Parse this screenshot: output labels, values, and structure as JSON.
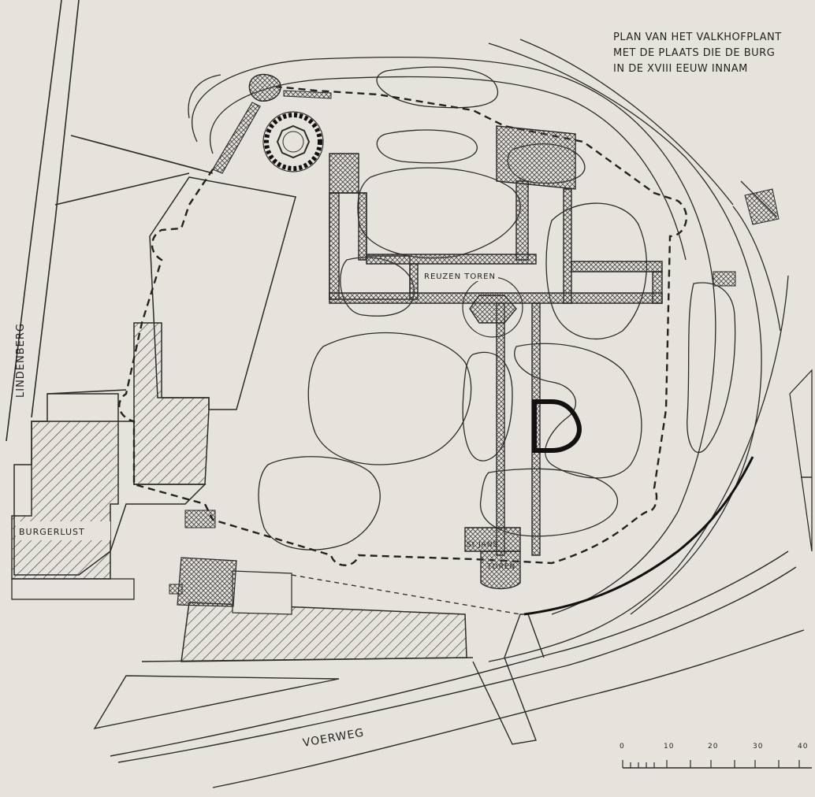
{
  "title": {
    "lines": [
      "PLAN VAN HET VALKHOFPLANT",
      "MET DE PLAATS DIE DE BURG",
      "IN DE XVIII EEUW INNAM"
    ]
  },
  "labels": {
    "reuzen_toren": "REUZEN TOREN",
    "st_jans_1": "St JANS",
    "st_jans_2": "TOREN",
    "burgerlust": "BURGERLUST",
    "lindenberg": "LINDENBERG",
    "voerweg": "VOERWEG"
  },
  "scale": {
    "ticks": [
      "0",
      "10",
      "20",
      "30",
      "40"
    ]
  },
  "colors": {
    "paper": "#e6e3dc",
    "ink": "#2a2a2a"
  }
}
